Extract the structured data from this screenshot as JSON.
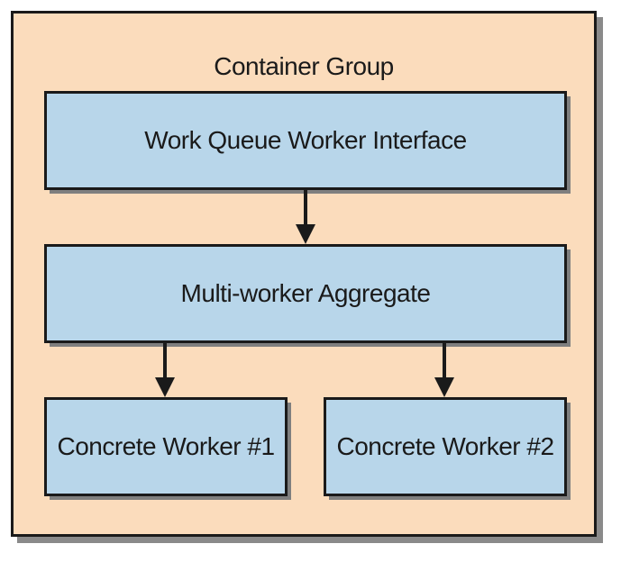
{
  "diagram": {
    "group_title": "Container Group",
    "nodes": {
      "interface": "Work Queue Worker Interface",
      "aggregate": "Multi-worker Aggregate",
      "worker1": "Concrete Worker #1",
      "worker2": "Concrete Worker #2"
    },
    "edges": [
      {
        "from": "Work Queue Worker Interface",
        "to": "Multi-worker Aggregate"
      },
      {
        "from": "Multi-worker Aggregate",
        "to": "Concrete Worker #1"
      },
      {
        "from": "Multi-worker Aggregate",
        "to": "Concrete Worker #2"
      }
    ],
    "colors": {
      "container_fill": "#fbdcbc",
      "node_fill": "#b8d6ea",
      "stroke": "#1a1a1a"
    }
  }
}
